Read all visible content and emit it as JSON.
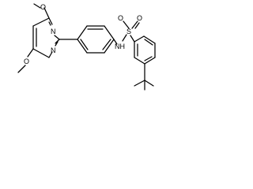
{
  "molecule": {
    "labels": {
      "o_top": "O",
      "o_bottom": "O",
      "n_ring_top": "N",
      "n_ring_bottom": "N",
      "nh": "NH",
      "s": "S",
      "o_sulfonyl_left": "O",
      "o_sulfonyl_right": "O"
    }
  }
}
